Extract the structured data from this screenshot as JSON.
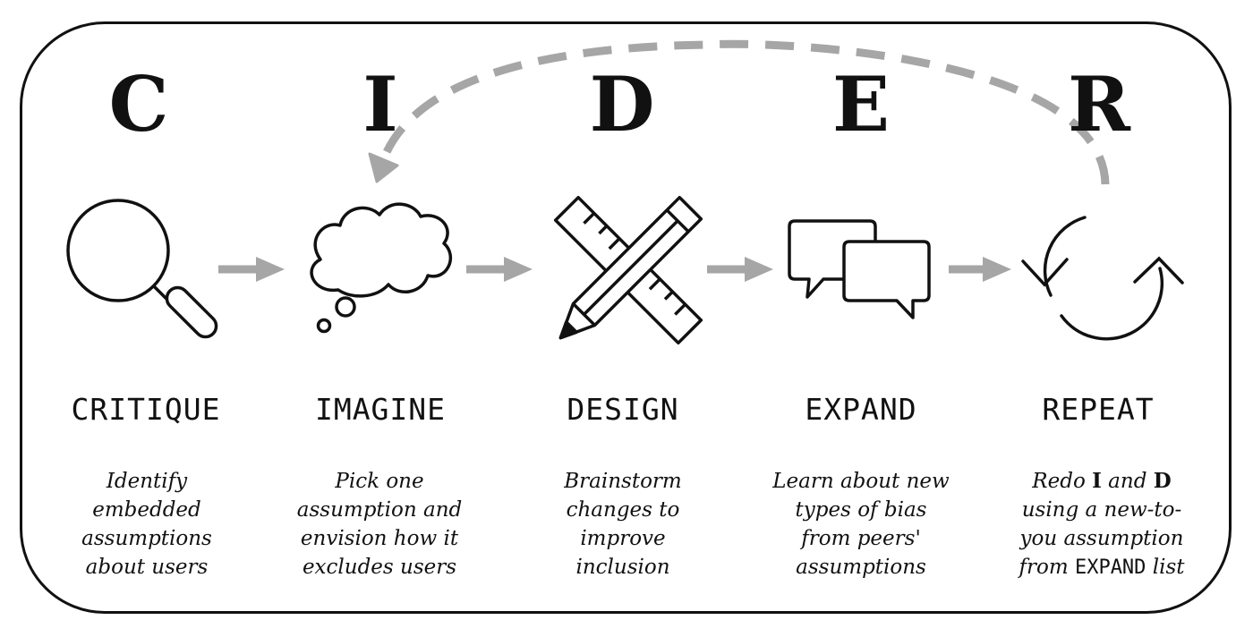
{
  "steps": [
    {
      "letter": "C",
      "title": "CRITIQUE",
      "icon": "magnifier-icon",
      "desc_lines": [
        "Identify",
        "embedded",
        "assumptions",
        "about users"
      ]
    },
    {
      "letter": "I",
      "title": "IMAGINE",
      "icon": "thought-bubble-icon",
      "desc_lines": [
        "Pick one",
        "assumption and",
        "envision how it",
        "excludes users"
      ]
    },
    {
      "letter": "D",
      "title": "DESIGN",
      "icon": "pencil-ruler-icon",
      "desc_lines": [
        "Brainstorm",
        "changes to",
        "improve",
        "inclusion"
      ]
    },
    {
      "letter": "E",
      "title": "EXPAND",
      "icon": "speech-bubbles-icon",
      "desc_lines": [
        "Learn about new",
        "types of bias",
        "from peers'",
        "assumptions"
      ]
    },
    {
      "letter": "R",
      "title": "REPEAT",
      "icon": "cycle-arrows-icon",
      "desc": {
        "l1_pre": "Redo ",
        "l1_b1": "I",
        "l1_mid": " and ",
        "l1_b2": "D",
        "l2": "using a new-to-",
        "l3": "you assumption",
        "l4_pre": "from ",
        "l4_mono": "EXPAND",
        "l4_post": " list"
      }
    }
  ],
  "colors": {
    "ink": "#111111",
    "arrow": "#a6a6a6"
  }
}
